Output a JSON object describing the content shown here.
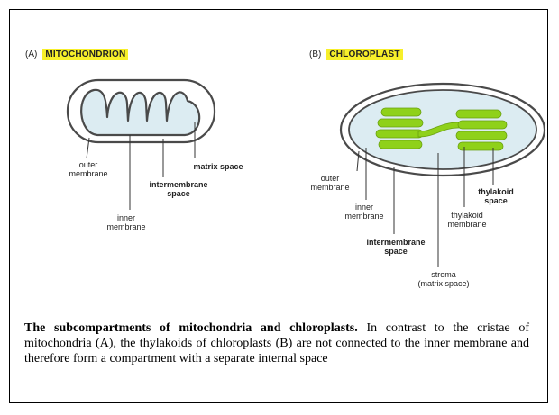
{
  "panel_a": {
    "letter": "(A)",
    "title": "MITOCHONDRION",
    "labels": {
      "outer_membrane": "outer\nmembrane",
      "matrix_space": "matrix space",
      "intermembrane_space": "intermembrane\nspace",
      "inner_membrane": "inner\nmembrane"
    }
  },
  "panel_b": {
    "letter": "(B)",
    "title": "CHLOROPLAST",
    "labels": {
      "outer_membrane": "outer\nmembrane",
      "inner_membrane": "inner\nmembrane",
      "intermembrane_space": "intermembrane\nspace",
      "stroma": "stroma\n(matrix space)",
      "thylakoid_membrane": "thylakoid\nmembrane",
      "thylakoid_space": "thylakoid\nspace"
    }
  },
  "caption": {
    "bold": "The subcompartments of mitochondria and chloroplasts.",
    "text": " In contrast to the cristae of mitochondria (A), the thylakoids of chloroplasts (B) are not connected to the inner membrane and therefore form a compartment with a separate internal space"
  },
  "colors": {
    "highlight": "#f7ef2a",
    "matrix_fill": "#dcecf2",
    "thylakoid_green": "#8fd11a",
    "outline": "#4a4a4a"
  }
}
